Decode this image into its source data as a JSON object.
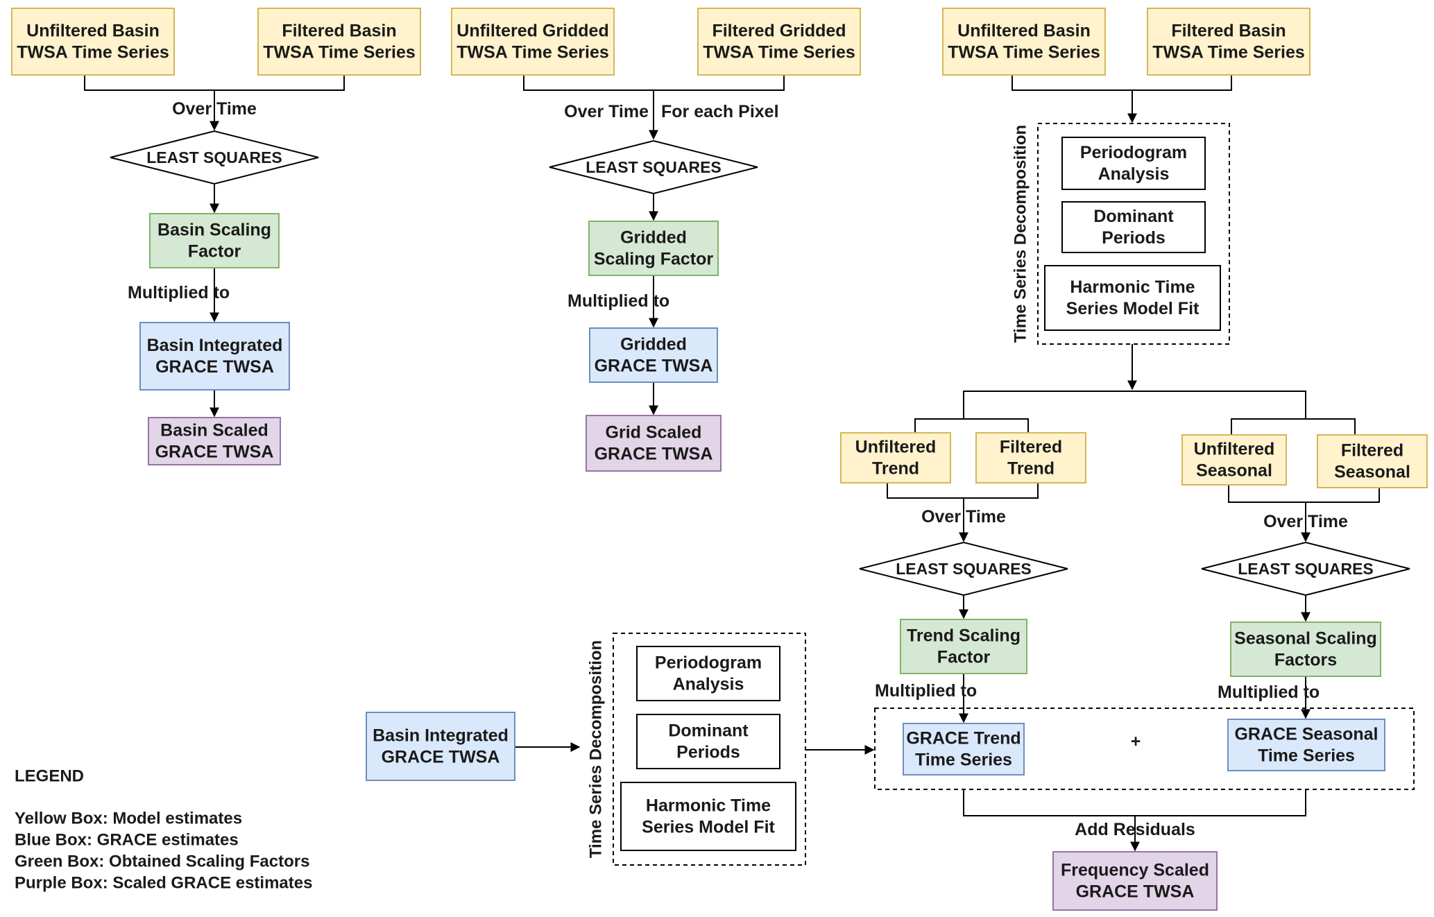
{
  "colors": {
    "yellow_fill": "#fff2cc",
    "yellow_stroke": "#d6b656",
    "green_fill": "#d5e8d4",
    "green_stroke": "#82b366",
    "blue_fill": "#dae8fc",
    "blue_stroke": "#6c8ebf",
    "purple_fill": "#e1d5e7",
    "purple_stroke": "#9673a6",
    "line": "#000000"
  },
  "basin_flow": {
    "unfiltered": [
      "Unfiltered Basin",
      "TWSA Time Series"
    ],
    "filtered": [
      "Filtered Basin",
      "TWSA Time Series"
    ],
    "edge_label": "Over Time",
    "least_squares": "LEAST SQUARES",
    "scaling_factor": [
      "Basin Scaling",
      "Factor"
    ],
    "multiplied_label": "Multiplied to",
    "integrated": [
      "Basin Integrated",
      "GRACE TWSA"
    ],
    "scaled": [
      "Basin Scaled",
      "GRACE TWSA"
    ]
  },
  "gridded_flow": {
    "unfiltered": [
      "Unfiltered Gridded",
      "TWSA Time Series"
    ],
    "filtered": [
      "Filtered Gridded",
      "TWSA Time Series"
    ],
    "edge_label_left": "Over Time",
    "edge_label_right": "For each Pixel",
    "least_squares": "LEAST SQUARES",
    "scaling_factor": [
      "Gridded",
      "Scaling Factor"
    ],
    "multiplied_label": "Multiplied to",
    "gridded_twsa": [
      "Gridded",
      "GRACE TWSA"
    ],
    "scaled": [
      "Grid Scaled",
      "GRACE TWSA"
    ]
  },
  "frequency_flow": {
    "unfiltered": [
      "Unfiltered Basin",
      "TWSA Time Series"
    ],
    "filtered": [
      "Filtered Basin",
      "TWSA Time Series"
    ],
    "decomposition_label": "Time Series Decomposition",
    "periodogram": [
      "Periodogram",
      "Analysis"
    ],
    "dominant": [
      "Dominant",
      "Periods"
    ],
    "harmonic": [
      "Harmonic Time",
      "Series Model Fit"
    ],
    "unfiltered_trend": [
      "Unfiltered",
      "Trend"
    ],
    "filtered_trend": [
      "Filtered",
      "Trend"
    ],
    "unfiltered_seasonal": [
      "Unfiltered",
      "Seasonal"
    ],
    "filtered_seasonal": [
      "Filtered",
      "Seasonal"
    ],
    "over_time": "Over Time",
    "least_squares": "LEAST SQUARES",
    "trend_scaling": [
      "Trend Scaling",
      "Factor"
    ],
    "seasonal_scaling": [
      "Seasonal Scaling",
      "Factors"
    ],
    "multiplied_label": "Multiplied to",
    "grace_trend": [
      "GRACE Trend",
      "Time Series"
    ],
    "plus": "+",
    "grace_seasonal": [
      "GRACE Seasonal",
      "Time Series"
    ],
    "add_residuals": "Add Residuals",
    "frequency_scaled": [
      "Frequency Scaled",
      "GRACE TWSA"
    ]
  },
  "bottom_input": {
    "integrated": [
      "Basin Integrated",
      "GRACE TWSA"
    ],
    "decomposition_label": "Time Series Decomposition",
    "periodogram": [
      "Periodogram",
      "Analysis"
    ],
    "dominant": [
      "Dominant",
      "Periods"
    ],
    "harmonic": [
      "Harmonic Time",
      "Series Model Fit"
    ]
  },
  "legend": {
    "title": "LEGEND",
    "lines": [
      "Yellow Box: Model estimates",
      "Blue Box: GRACE estimates",
      "Green Box: Obtained Scaling Factors",
      "Purple Box: Scaled GRACE estimates"
    ]
  }
}
